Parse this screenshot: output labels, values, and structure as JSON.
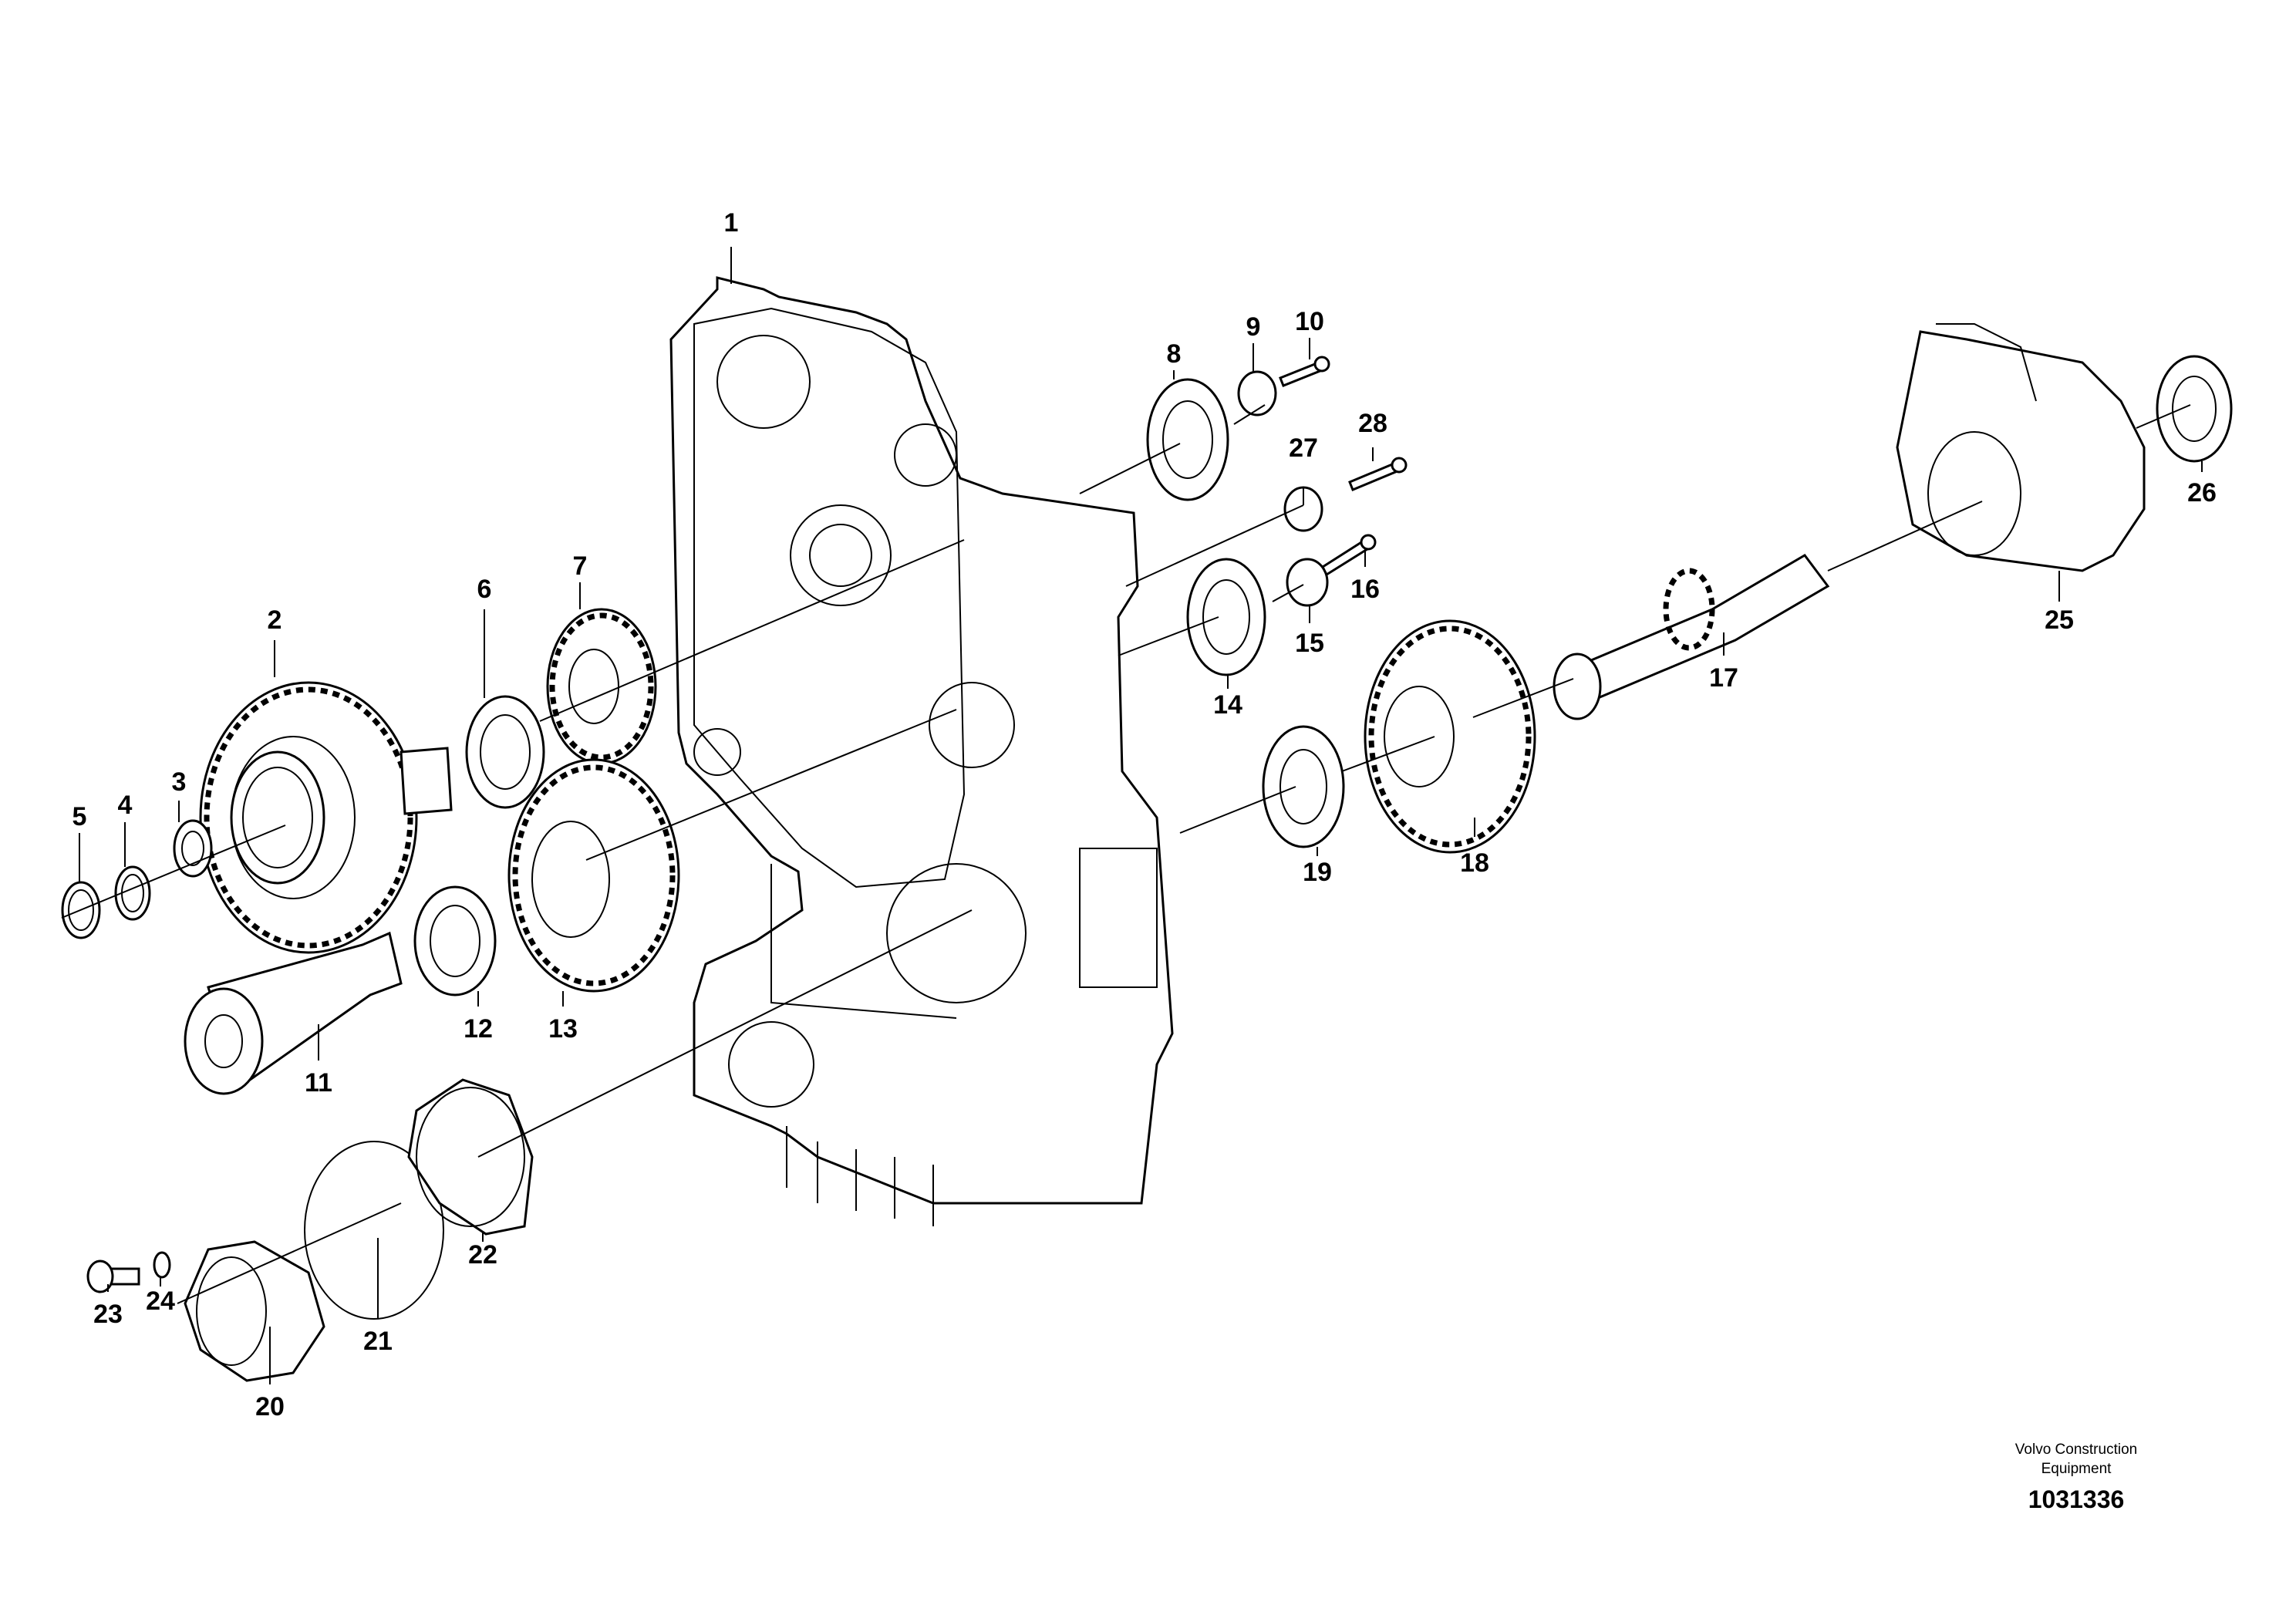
{
  "callouts": [
    "1",
    "2",
    "3",
    "4",
    "5",
    "6",
    "7",
    "8",
    "9",
    "10",
    "11",
    "12",
    "13",
    "14",
    "15",
    "16",
    "17",
    "18",
    "19",
    "20",
    "21",
    "22",
    "23",
    "24",
    "25",
    "26",
    "27",
    "28"
  ],
  "footer": {
    "manufacturer_line1": "Volvo Construction",
    "manufacturer_line2": "Equipment",
    "document_number": "1031336"
  },
  "colors": {
    "line": "#000000",
    "background": "#ffffff"
  }
}
